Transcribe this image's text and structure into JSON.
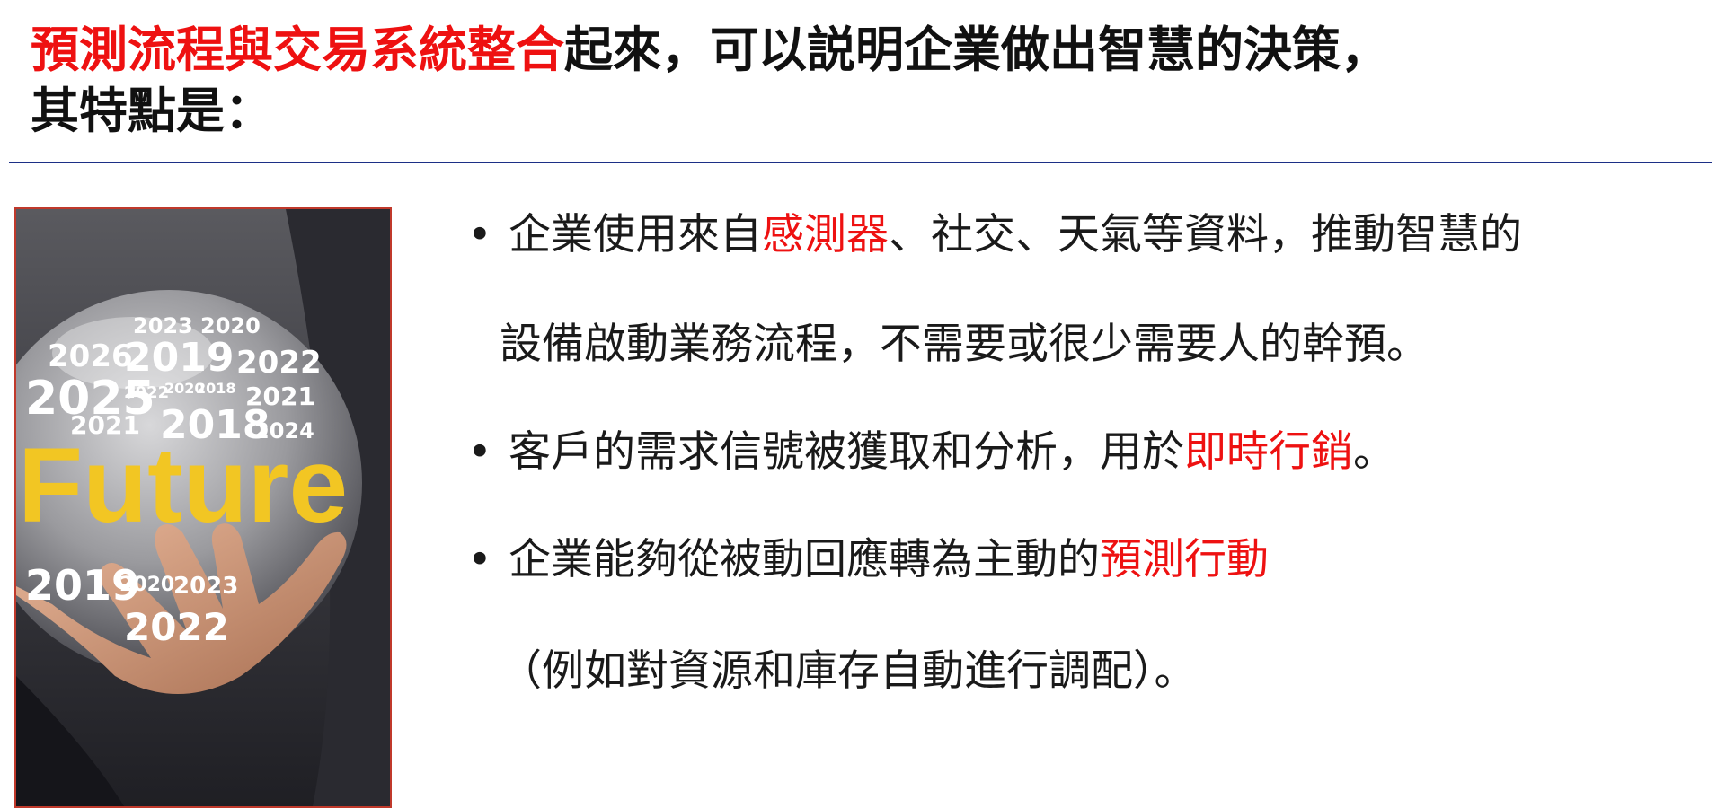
{
  "header": {
    "title_red": "預測流程與交易系統整合",
    "title_black_1": "起來，可以説明企業做出智慧的決策，",
    "title_black_2": "其特點是："
  },
  "image": {
    "years": [
      "2023",
      "2020",
      "2026",
      "2019",
      "2022",
      "2025",
      "2022",
      "2020",
      "2018",
      "2021",
      "2021",
      "2018",
      "2024",
      "2019",
      "2020",
      "2023",
      "2022"
    ],
    "word": "Future"
  },
  "bullets": {
    "marker": "•",
    "b1_a": "企業使用來自",
    "b1_red": "感測器",
    "b1_b": "、社交、天氣等資料，推動智慧的",
    "b1_cont": "設備啟動業務流程，不需要或很少需要人的幹預。",
    "b2_a": "客戶的需求信號被獲取和分析，用於",
    "b2_red": "即時行銷",
    "b2_b": "。",
    "b3_a": "企業能夠從被動回應轉為主動的",
    "b3_red": "預測行動",
    "b3_cont": "（例如對資源和庫存自動進行調配）。"
  },
  "colors": {
    "accent_red": "#ee1111",
    "rule_blue": "#1c2f86",
    "image_border": "#c0392b",
    "future_yellow": "#f2c623"
  }
}
